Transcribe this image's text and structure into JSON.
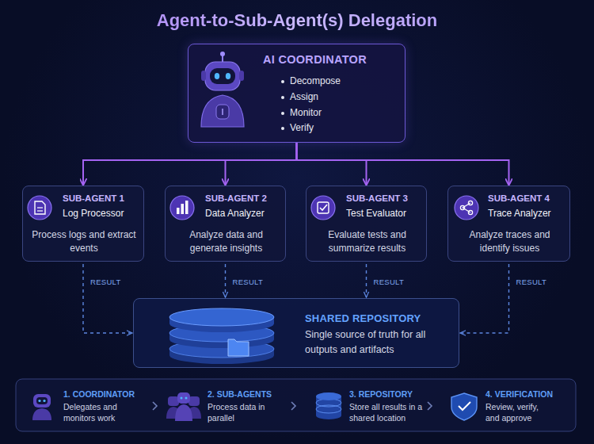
{
  "diagram": {
    "title": "Agent-to-Sub-Agent(s) Delegation",
    "nodes": [
      {
        "text": [
          "AI COORDINATOR",
          "Decompose",
          "Assign",
          "Monitor",
          "Verify"
        ]
      },
      {
        "text": [
          "SUB-AGENT 1",
          "Log Processor",
          "Process logs and extract events"
        ]
      },
      {
        "text": [
          "SUB-AGENT 2",
          "Data Analyzer",
          "Analyze data and generate insights"
        ]
      },
      {
        "text": [
          "SUB-AGENT 3",
          "Test Evaluator",
          "Evaluate tests and summarize results"
        ]
      },
      {
        "text": [
          "SUB-AGENT 4",
          "Trace Analyzer",
          "Analyze traces and identify issues"
        ]
      },
      {
        "text": [
          "SHARED REPOSITORY",
          "Single source of truth for all outputs and artifacts"
        ]
      }
    ],
    "edges": [
      {
        "from": 0,
        "to": 1,
        "arrow": "to"
      },
      {
        "from": 0,
        "to": 2,
        "arrow": "to"
      },
      {
        "from": 0,
        "to": 3,
        "arrow": "to"
      },
      {
        "from": 0,
        "to": 4,
        "arrow": "to"
      },
      {
        "from": 1,
        "to": 5,
        "label": "RESULT",
        "arrow": "to"
      },
      {
        "from": 2,
        "to": 5,
        "label": "RESULT",
        "arrow": "to"
      },
      {
        "from": 3,
        "to": 5,
        "label": "RESULT",
        "arrow": "to"
      },
      {
        "from": 4,
        "to": 5,
        "label": "RESULT",
        "arrow": "to"
      }
    ],
    "labels": [
      "1. COORDINATOR",
      "Delegates and monitors work",
      "2. SUB-AGENTS",
      "Process data in parallel",
      "3. REPOSITORY",
      "Store all results in a shared location",
      "4. VERIFICATION",
      "Review, verify, and approve"
    ]
  }
}
